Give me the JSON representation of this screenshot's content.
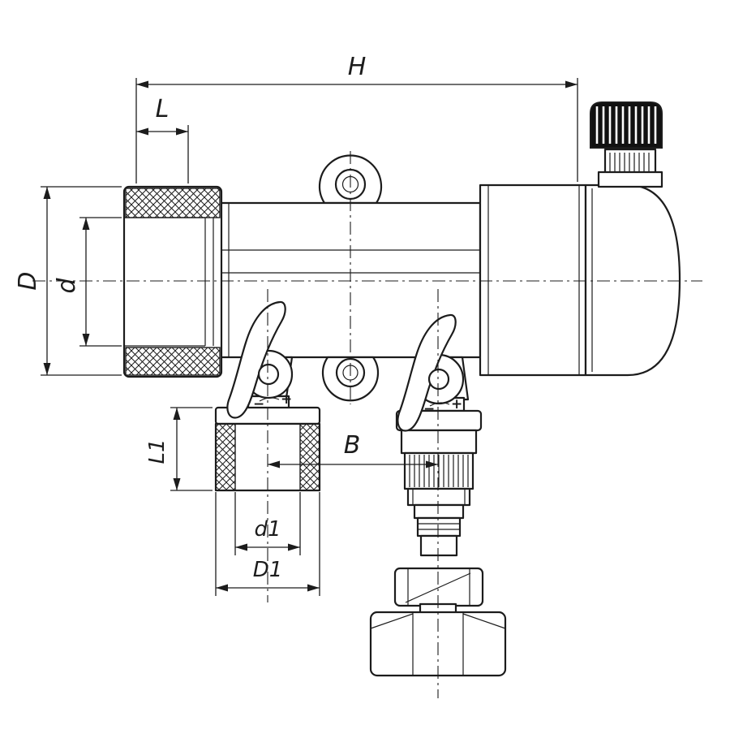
{
  "dimension_labels": {
    "H": "H",
    "L": "L",
    "D": "D",
    "d": "d",
    "L1": "L1",
    "B": "B",
    "d1": "d1",
    "D1": "D1"
  },
  "valve_markings": {
    "left_minus": "−",
    "left_plus": "+",
    "right_minus": "−",
    "right_plus": "+"
  },
  "colors": {
    "line": "#1c1c1c",
    "cap_fill": "#111111",
    "background": "#ffffff"
  }
}
